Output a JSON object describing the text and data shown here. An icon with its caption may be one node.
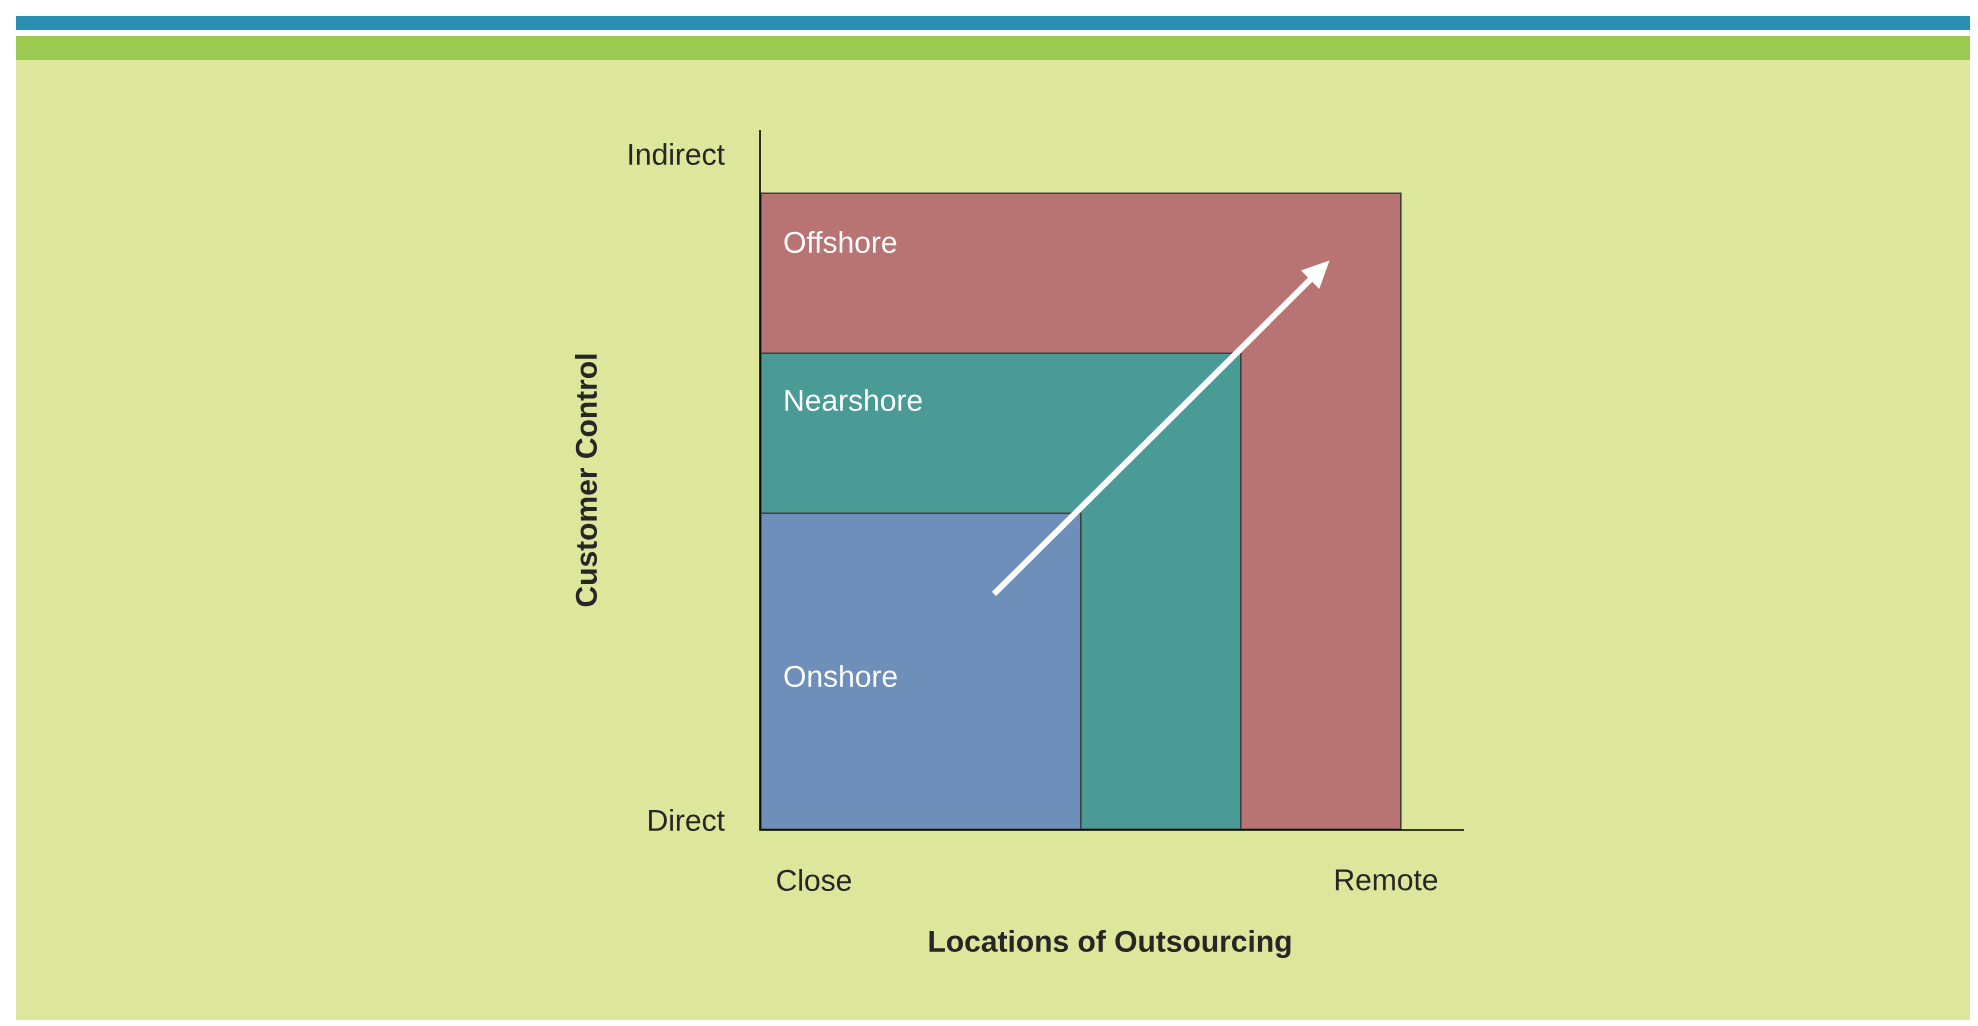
{
  "diagram": {
    "nodes": [
      {
        "text": [
          "Offshore"
        ]
      },
      {
        "text": [
          "Nearshore"
        ],
        "in": 0
      },
      {
        "text": [
          "Onshore"
        ],
        "in": 1
      }
    ],
    "labels": [
      "Indirect",
      "Customer Control",
      "Direct",
      "Close",
      "Remote",
      "Locations of Outsourcing"
    ]
  }
}
